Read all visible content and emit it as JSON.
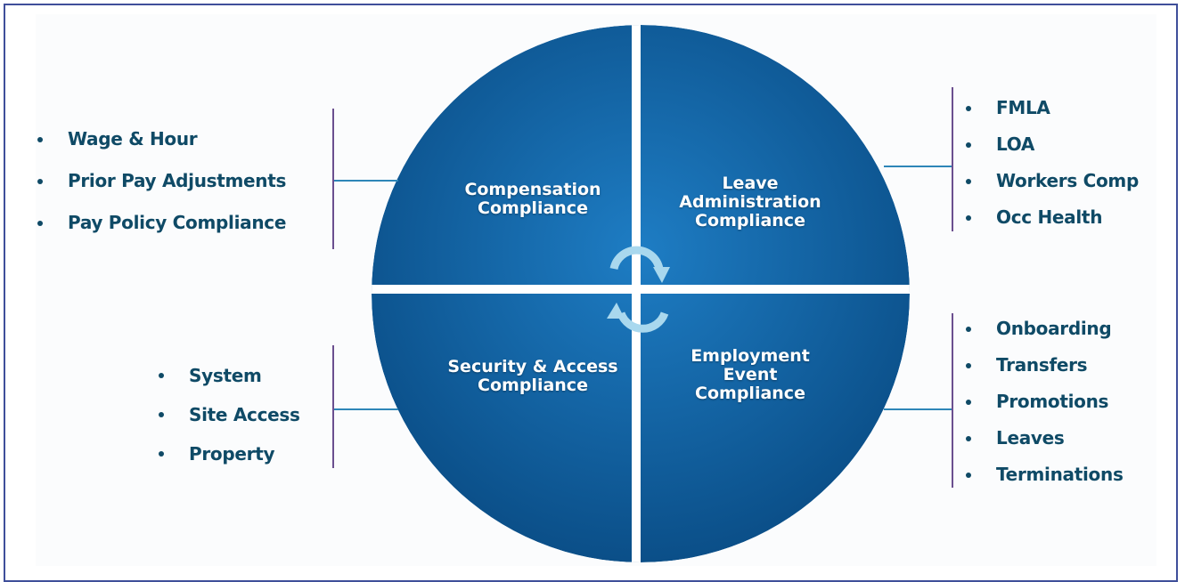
{
  "colors": {
    "disc_dark": "#0a4d86",
    "disc_light": "#1d78c0",
    "separator": "#ffffff",
    "text": "#0f4a66",
    "bracket": "#6b4f8f",
    "connector": "#2e86b8",
    "frame": "#3f4f9a",
    "cycle_arrows": "#a9d8ee"
  },
  "quadrants": {
    "top_left": {
      "lines": [
        "Compensation",
        "Compliance"
      ]
    },
    "top_right": {
      "lines": [
        "Leave",
        "Administration",
        "Compliance"
      ]
    },
    "bottom_left": {
      "lines": [
        "Security & Access",
        "Compliance"
      ]
    },
    "bottom_right": {
      "lines": [
        "Employment",
        "Event",
        "Compliance"
      ]
    }
  },
  "lists": {
    "top_left": [
      "Wage & Hour",
      "Prior Pay Adjustments",
      "Pay Policy Compliance"
    ],
    "top_right": [
      "FMLA",
      "LOA",
      "Workers Comp",
      "Occ Health"
    ],
    "bottom_left": [
      "System",
      "Site Access",
      "Property"
    ],
    "bottom_right": [
      "Onboarding",
      "Transfers",
      "Promotions",
      "Leaves",
      "Terminations"
    ]
  },
  "center_icon": "cycle-arrows-icon"
}
